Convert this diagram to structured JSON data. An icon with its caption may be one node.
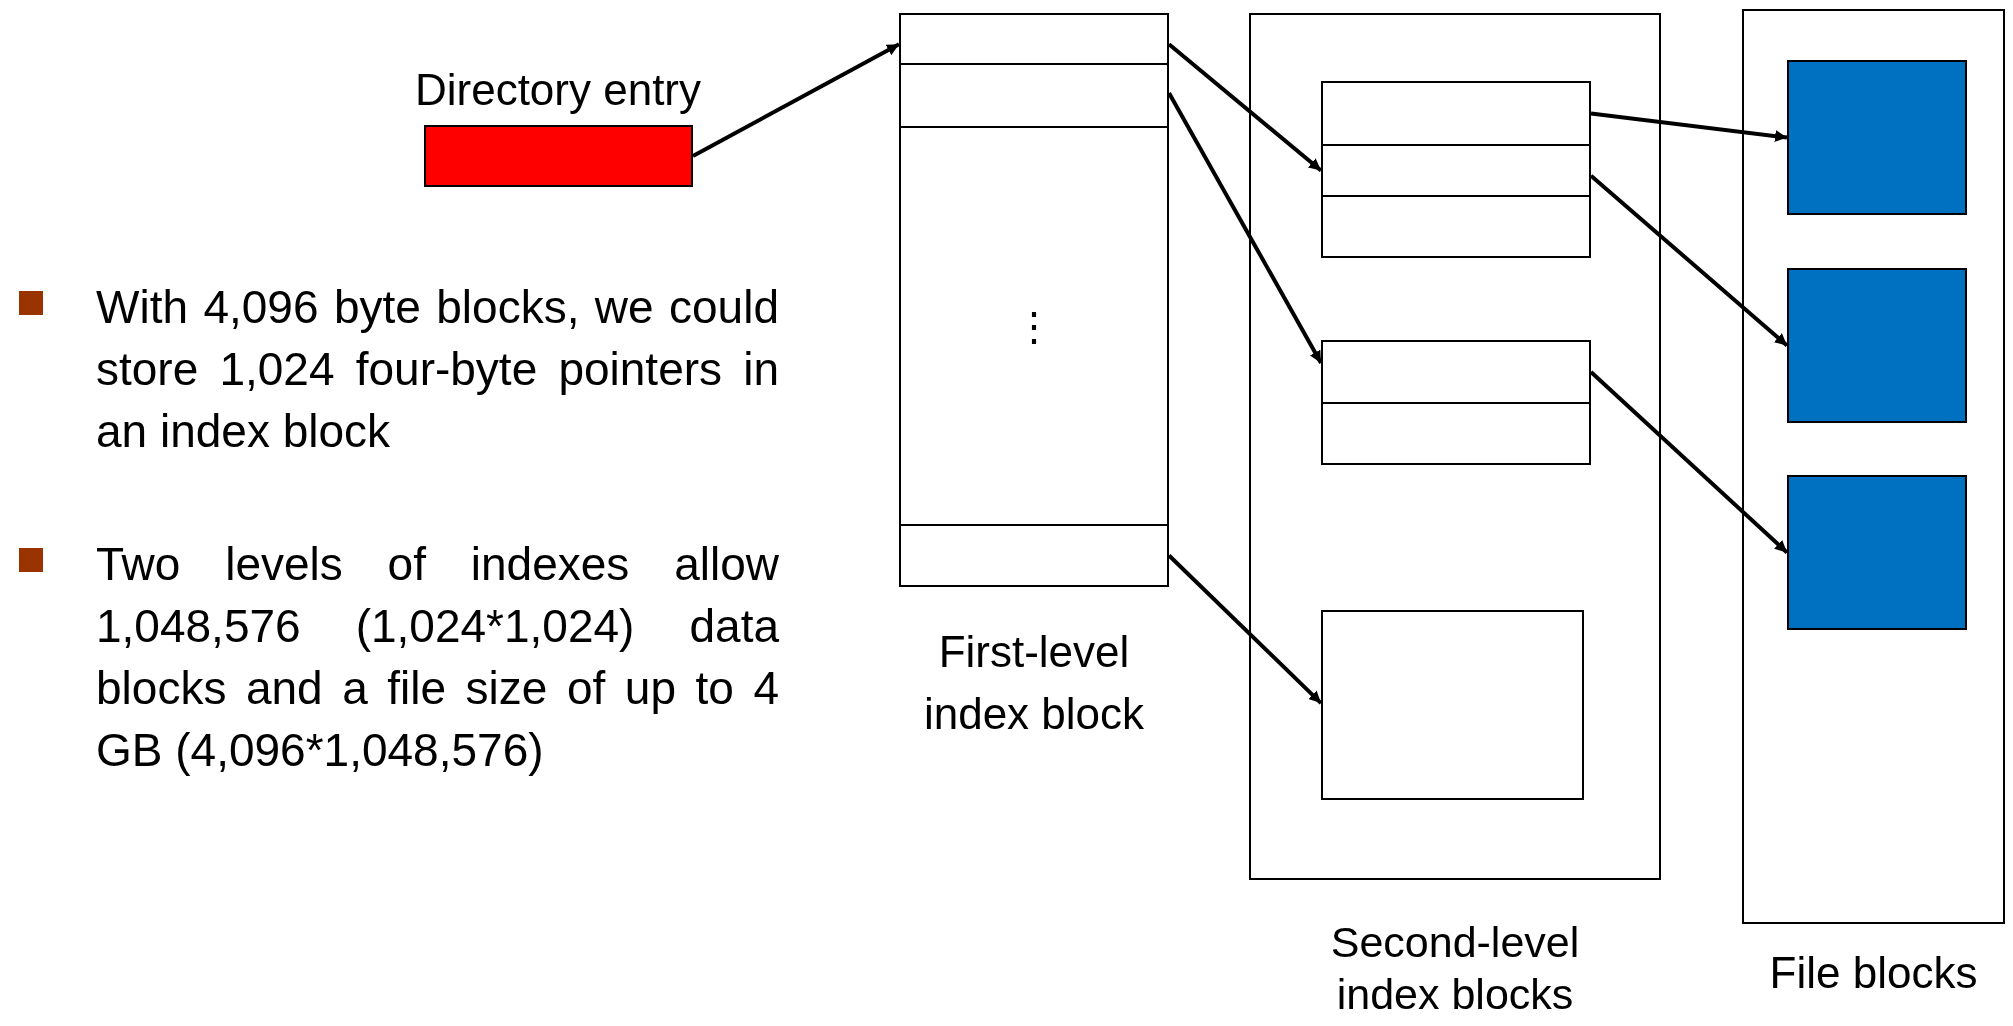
{
  "diagram": {
    "nodes": [
      {
        "text": [
          "Directory entry"
        ]
      },
      {
        "text": [
          "First-level index block"
        ]
      },
      {
        "text": [],
        "shape": "box",
        "in": 1
      },
      {
        "text": [],
        "shape": "box",
        "in": 1
      },
      {
        "text": [
          "⋮"
        ],
        "in": 1
      },
      {
        "text": [],
        "shape": "box",
        "in": 1
      },
      {
        "text": [
          "Second-level index blocks"
        ]
      },
      {
        "text": [],
        "shape": "box",
        "in": 6
      },
      {
        "text": [],
        "shape": "box",
        "in": 7
      },
      {
        "text": [],
        "shape": "box",
        "in": 7
      },
      {
        "text": [],
        "shape": "box",
        "in": 7
      },
      {
        "text": [],
        "shape": "box",
        "in": 6
      },
      {
        "text": [],
        "shape": "box",
        "in": 11
      },
      {
        "text": [],
        "shape": "box",
        "in": 11
      },
      {
        "text": [],
        "shape": "box",
        "in": 6
      },
      {
        "text": [
          "File blocks"
        ]
      },
      {
        "text": [],
        "shape": "box",
        "in": 15
      },
      {
        "text": [],
        "shape": "box",
        "in": 15
      },
      {
        "text": [],
        "shape": "box",
        "in": 15
      }
    ],
    "edges": [
      {
        "from": 0,
        "to": 2,
        "arrow": "to"
      },
      {
        "from": 2,
        "to": 9,
        "arrow": "to"
      },
      {
        "from": 3,
        "to": 12,
        "arrow": "to"
      },
      {
        "from": 5,
        "to": 14,
        "arrow": "to"
      },
      {
        "from": 8,
        "to": 16,
        "arrow": "to"
      },
      {
        "from": 9,
        "to": 17,
        "arrow": "to"
      },
      {
        "from": 12,
        "to": 18,
        "arrow": "to"
      }
    ],
    "labels": [
      "With 4,096 byte blocks, we could store 1,024 four-byte pointers in an index block",
      "Two levels of indexes allow 1,048,576 (1,024*1,024) data blocks and a file size of up to 4 GB (4,096*1,048,576)"
    ]
  }
}
